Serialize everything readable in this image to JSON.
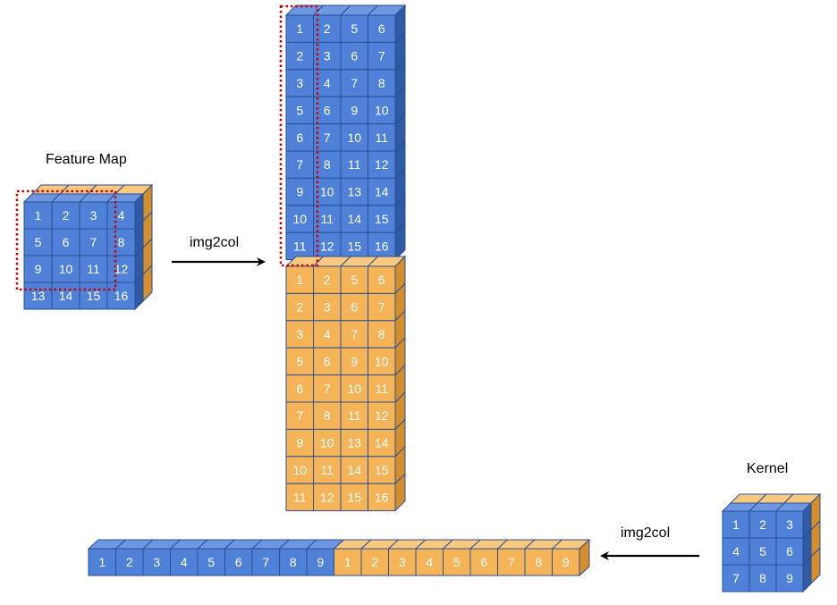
{
  "colors": {
    "blue": "#4f81d9",
    "blue_top": "#6d97e3",
    "blue_side": "#2f5aa5",
    "orange": "#f6b459",
    "orange_top": "#f9c97f",
    "orange_side": "#d48f2c",
    "cell_stroke": "#2a4f92",
    "cell_text": "#ffffff",
    "highlight": "#cc0000",
    "arrow": "#000000"
  },
  "feature_map": {
    "title": "Feature Map",
    "cells": [
      [
        "1",
        "2",
        "3",
        "4"
      ],
      [
        "5",
        "6",
        "7",
        "8"
      ],
      [
        "9",
        "10",
        "11",
        "12"
      ],
      [
        "13",
        "14",
        "15",
        "16"
      ]
    ]
  },
  "kernel": {
    "title": "Kernel",
    "cells": [
      [
        "1",
        "2",
        "3"
      ],
      [
        "4",
        "5",
        "6"
      ],
      [
        "7",
        "8",
        "9"
      ]
    ]
  },
  "img2col_top_label": "img2col",
  "img2col_bottom_label": "img2col",
  "column_matrix": {
    "blue_rows": [
      [
        "1",
        "2",
        "5",
        "6"
      ],
      [
        "2",
        "3",
        "6",
        "7"
      ],
      [
        "3",
        "4",
        "7",
        "8"
      ],
      [
        "5",
        "6",
        "9",
        "10"
      ],
      [
        "6",
        "7",
        "10",
        "11"
      ],
      [
        "7",
        "8",
        "11",
        "12"
      ],
      [
        "9",
        "10",
        "13",
        "14"
      ],
      [
        "10",
        "11",
        "14",
        "15"
      ],
      [
        "11",
        "12",
        "15",
        "16"
      ]
    ],
    "orange_rows": [
      [
        "1",
        "2",
        "5",
        "6"
      ],
      [
        "2",
        "3",
        "6",
        "7"
      ],
      [
        "3",
        "4",
        "7",
        "8"
      ],
      [
        "5",
        "6",
        "9",
        "10"
      ],
      [
        "6",
        "7",
        "10",
        "11"
      ],
      [
        "7",
        "8",
        "11",
        "12"
      ],
      [
        "9",
        "10",
        "13",
        "14"
      ],
      [
        "10",
        "11",
        "14",
        "15"
      ],
      [
        "11",
        "12",
        "15",
        "16"
      ]
    ]
  },
  "kernel_row": {
    "blue": [
      "1",
      "2",
      "3",
      "4",
      "5",
      "6",
      "7",
      "8",
      "9"
    ],
    "orange": [
      "1",
      "2",
      "3",
      "4",
      "5",
      "6",
      "7",
      "8",
      "9"
    ]
  }
}
